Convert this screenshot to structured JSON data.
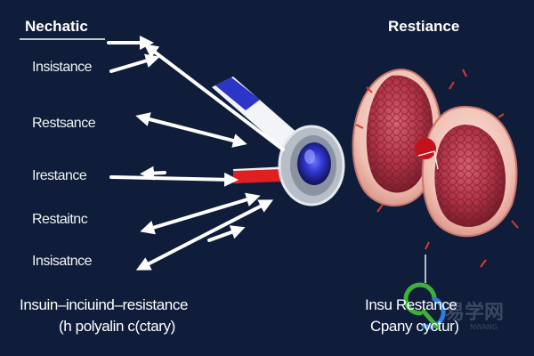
{
  "labels": {
    "top_left_title": "Nechatic",
    "top_right_title": "Restiance",
    "side_items": [
      "Insistance",
      "Restsance",
      "Irestance",
      "Restaitnc",
      "Insisatnce"
    ],
    "bottom_left_line1": "Insuin–inciuind–resistance",
    "bottom_left_line2": "(h polyalin c(ctary)",
    "bottom_right_line1": "Insu Restance",
    "bottom_right_line2": "Cpany cyctur)"
  },
  "watermark": {
    "glyphs": "易学网",
    "sub": "NWANG"
  },
  "colors": {
    "background": "#0f1d3a",
    "arrow": "#ffffff",
    "probe_blue": "#2b35c8",
    "probe_red": "#e02020",
    "organ_outer": "#f3c8bd",
    "organ_tissue": "#b8384a",
    "organ_highlight": "#d9606e"
  }
}
